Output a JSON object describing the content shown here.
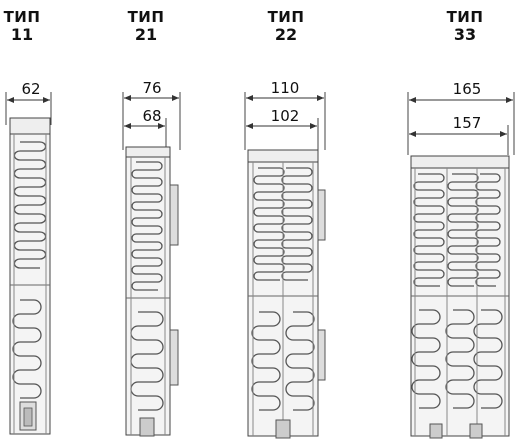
{
  "radiator_types": [
    {
      "line1": "ТИП",
      "line2": "11",
      "dims": [
        "62"
      ]
    },
    {
      "line1": "ТИП",
      "line2": "21",
      "dims": [
        "76",
        "68"
      ]
    },
    {
      "line1": "ТИП",
      "line2": "22",
      "dims": [
        "110",
        "102"
      ]
    },
    {
      "line1": "ТИП",
      "line2": "33",
      "dims": [
        "165",
        "157"
      ]
    }
  ],
  "colors": {
    "line": "#444444",
    "fin": "#555555",
    "fill": "#e9e9e9",
    "background": "#ffffff"
  }
}
